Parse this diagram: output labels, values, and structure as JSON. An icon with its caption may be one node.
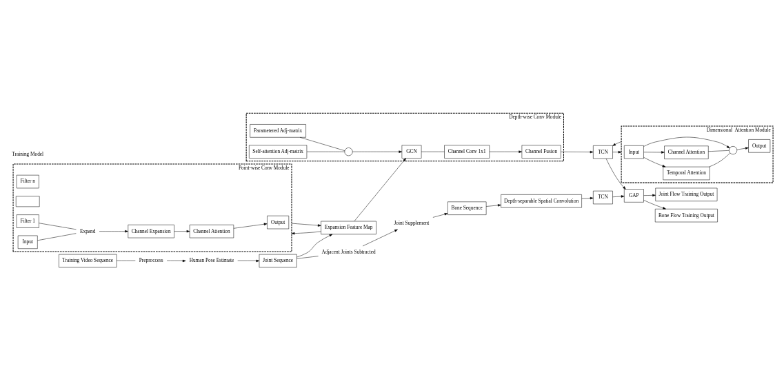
{
  "diagram": {
    "nodes": [
      {
        "text": [
          "Point-wise Conv Module"
        ]
      },
      {
        "text": [
          "Filter n"
        ],
        "in": 0
      },
      {
        "text": [],
        "shape": "box",
        "in": 0
      },
      {
        "text": [
          "Filter 1"
        ],
        "in": 0
      },
      {
        "text": [
          "Expand"
        ],
        "in": 0
      },
      {
        "text": [
          "Input"
        ],
        "in": 0
      },
      {
        "text": [
          "Channel Expansion"
        ],
        "in": 0
      },
      {
        "text": [
          "Channel Attention"
        ],
        "in": 0
      },
      {
        "text": [
          "Output"
        ],
        "in": 0
      },
      {
        "text": [
          "Depth-wise Conv Module"
        ]
      },
      {
        "text": [
          "Parametered Adj-matrix"
        ],
        "in": 9
      },
      {
        "text": [
          "Self-attention Adj-matrix"
        ],
        "in": 9
      },
      {
        "text": [],
        "shape": "circle",
        "in": 9
      },
      {
        "text": [
          "GCN"
        ],
        "in": 9
      },
      {
        "text": [
          "Channel Conv 1x1"
        ],
        "in": 9
      },
      {
        "text": [
          "Channel Fusion"
        ],
        "in": 9
      },
      {
        "text": [
          "Dimensional  Attention Module"
        ]
      },
      {
        "text": [
          "Input"
        ],
        "in": 16
      },
      {
        "text": [
          "Temporal Attention"
        ],
        "in": 16
      },
      {
        "text": [
          "Channel Attention"
        ],
        "in": 16
      },
      {
        "text": [],
        "shape": "circle",
        "in": 16
      },
      {
        "text": [
          "Output"
        ],
        "in": 16
      },
      {
        "text": [
          "Training Video Sequence"
        ]
      },
      {
        "text": [
          "Preproccess"
        ]
      },
      {
        "text": [
          "Human Pose Estimate"
        ]
      },
      {
        "text": [
          "Joint Sequence"
        ]
      },
      {
        "text": [
          "Adjacent Joints Subtracted"
        ]
      },
      {
        "text": [
          "Joint Supplement"
        ]
      },
      {
        "text": [
          "Bone Sequence"
        ]
      },
      {
        "text": [
          "Expansion Feature Map"
        ]
      },
      {
        "text": [
          "Depth-separable Spatial Convolution"
        ]
      },
      {
        "text": [
          "TCN"
        ]
      },
      {
        "text": [
          "TCN"
        ]
      },
      {
        "text": [
          "GAP"
        ]
      },
      {
        "text": [
          "Joint Flow Training Output"
        ]
      },
      {
        "text": [
          "Bone Flow Training Output"
        ]
      }
    ],
    "edges": [
      {
        "from": 3,
        "to": 4,
        "arrow": "none"
      },
      {
        "from": 5,
        "to": 4,
        "arrow": "none"
      },
      {
        "from": 4,
        "to": 6,
        "arrow": "to"
      },
      {
        "from": 6,
        "to": 7,
        "arrow": "to"
      },
      {
        "from": 7,
        "to": 8,
        "arrow": "to"
      },
      {
        "from": 29,
        "to": 0,
        "arrow": "to"
      },
      {
        "from": 0,
        "to": 29,
        "arrow": "to"
      },
      {
        "from": 10,
        "to": 12,
        "arrow": "none"
      },
      {
        "from": 11,
        "to": 12,
        "arrow": "none"
      },
      {
        "from": 12,
        "to": 13,
        "arrow": "to"
      },
      {
        "from": 13,
        "to": 14,
        "arrow": "none"
      },
      {
        "from": 14,
        "to": 15,
        "arrow": "to"
      },
      {
        "from": 17,
        "to": 18,
        "arrow": "to"
      },
      {
        "from": 17,
        "to": 19,
        "arrow": "to"
      },
      {
        "from": 17,
        "to": 20,
        "arrow": "to"
      },
      {
        "from": 18,
        "to": 20,
        "arrow": "none"
      },
      {
        "from": 19,
        "to": 20,
        "arrow": "none"
      },
      {
        "from": 20,
        "to": 21,
        "arrow": "to"
      },
      {
        "from": 22,
        "to": 23,
        "arrow": "none"
      },
      {
        "from": 23,
        "to": 24,
        "arrow": "to"
      },
      {
        "from": 24,
        "to": 25,
        "arrow": "to"
      },
      {
        "from": 25,
        "to": 26,
        "arrow": "none"
      },
      {
        "from": 26,
        "to": 27,
        "arrow": "to"
      },
      {
        "from": 27,
        "to": 28,
        "arrow": "to"
      },
      {
        "from": 25,
        "to": 29,
        "arrow": "to"
      },
      {
        "from": 29,
        "to": 13,
        "arrow": "to"
      },
      {
        "from": 15,
        "to": 31,
        "arrow": "to"
      },
      {
        "from": 31,
        "to": 16,
        "arrow": "to"
      },
      {
        "from": 16,
        "to": 31,
        "arrow": "to"
      },
      {
        "from": 28,
        "to": 30,
        "arrow": "to"
      },
      {
        "from": 30,
        "to": 32,
        "arrow": "to"
      },
      {
        "from": 31,
        "to": 33,
        "arrow": "to"
      },
      {
        "from": 32,
        "to": 33,
        "arrow": "to"
      },
      {
        "from": 33,
        "to": 34,
        "arrow": "to"
      },
      {
        "from": 33,
        "to": 35,
        "arrow": "to"
      }
    ],
    "labels": [
      "Training Model"
    ]
  }
}
